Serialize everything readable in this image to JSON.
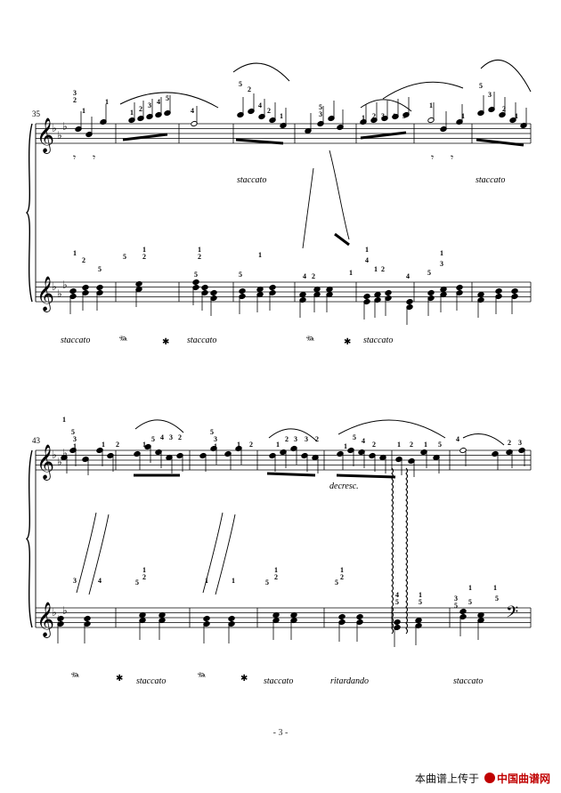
{
  "systems": [
    {
      "measure_start": "35",
      "expressions": [
        {
          "text": "staccato",
          "staff": "upper",
          "pos": "m4"
        },
        {
          "text": "staccato",
          "staff": "upper",
          "pos": "m8"
        },
        {
          "text": "staccato",
          "staff": "lower",
          "pos": "m1"
        },
        {
          "text": "staccato",
          "staff": "lower",
          "pos": "m3"
        },
        {
          "text": "staccato",
          "staff": "lower",
          "pos": "m6"
        }
      ]
    },
    {
      "measure_start": "43",
      "expressions": [
        {
          "text": "decresc.",
          "staff": "upper",
          "pos": "m5"
        },
        {
          "text": "staccato",
          "staff": "lower",
          "pos": "m2"
        },
        {
          "text": "staccato",
          "staff": "lower",
          "pos": "m4"
        },
        {
          "text": "ritardando",
          "staff": "lower",
          "pos": "m5"
        },
        {
          "text": "staccato",
          "staff": "lower",
          "pos": "m7"
        }
      ]
    }
  ],
  "page_number": "- 3 -",
  "footer": {
    "prefix": "本曲谱上传于",
    "brand": "中国曲谱网"
  },
  "colors": {
    "ink": "#000000",
    "brand": "#c00000"
  }
}
